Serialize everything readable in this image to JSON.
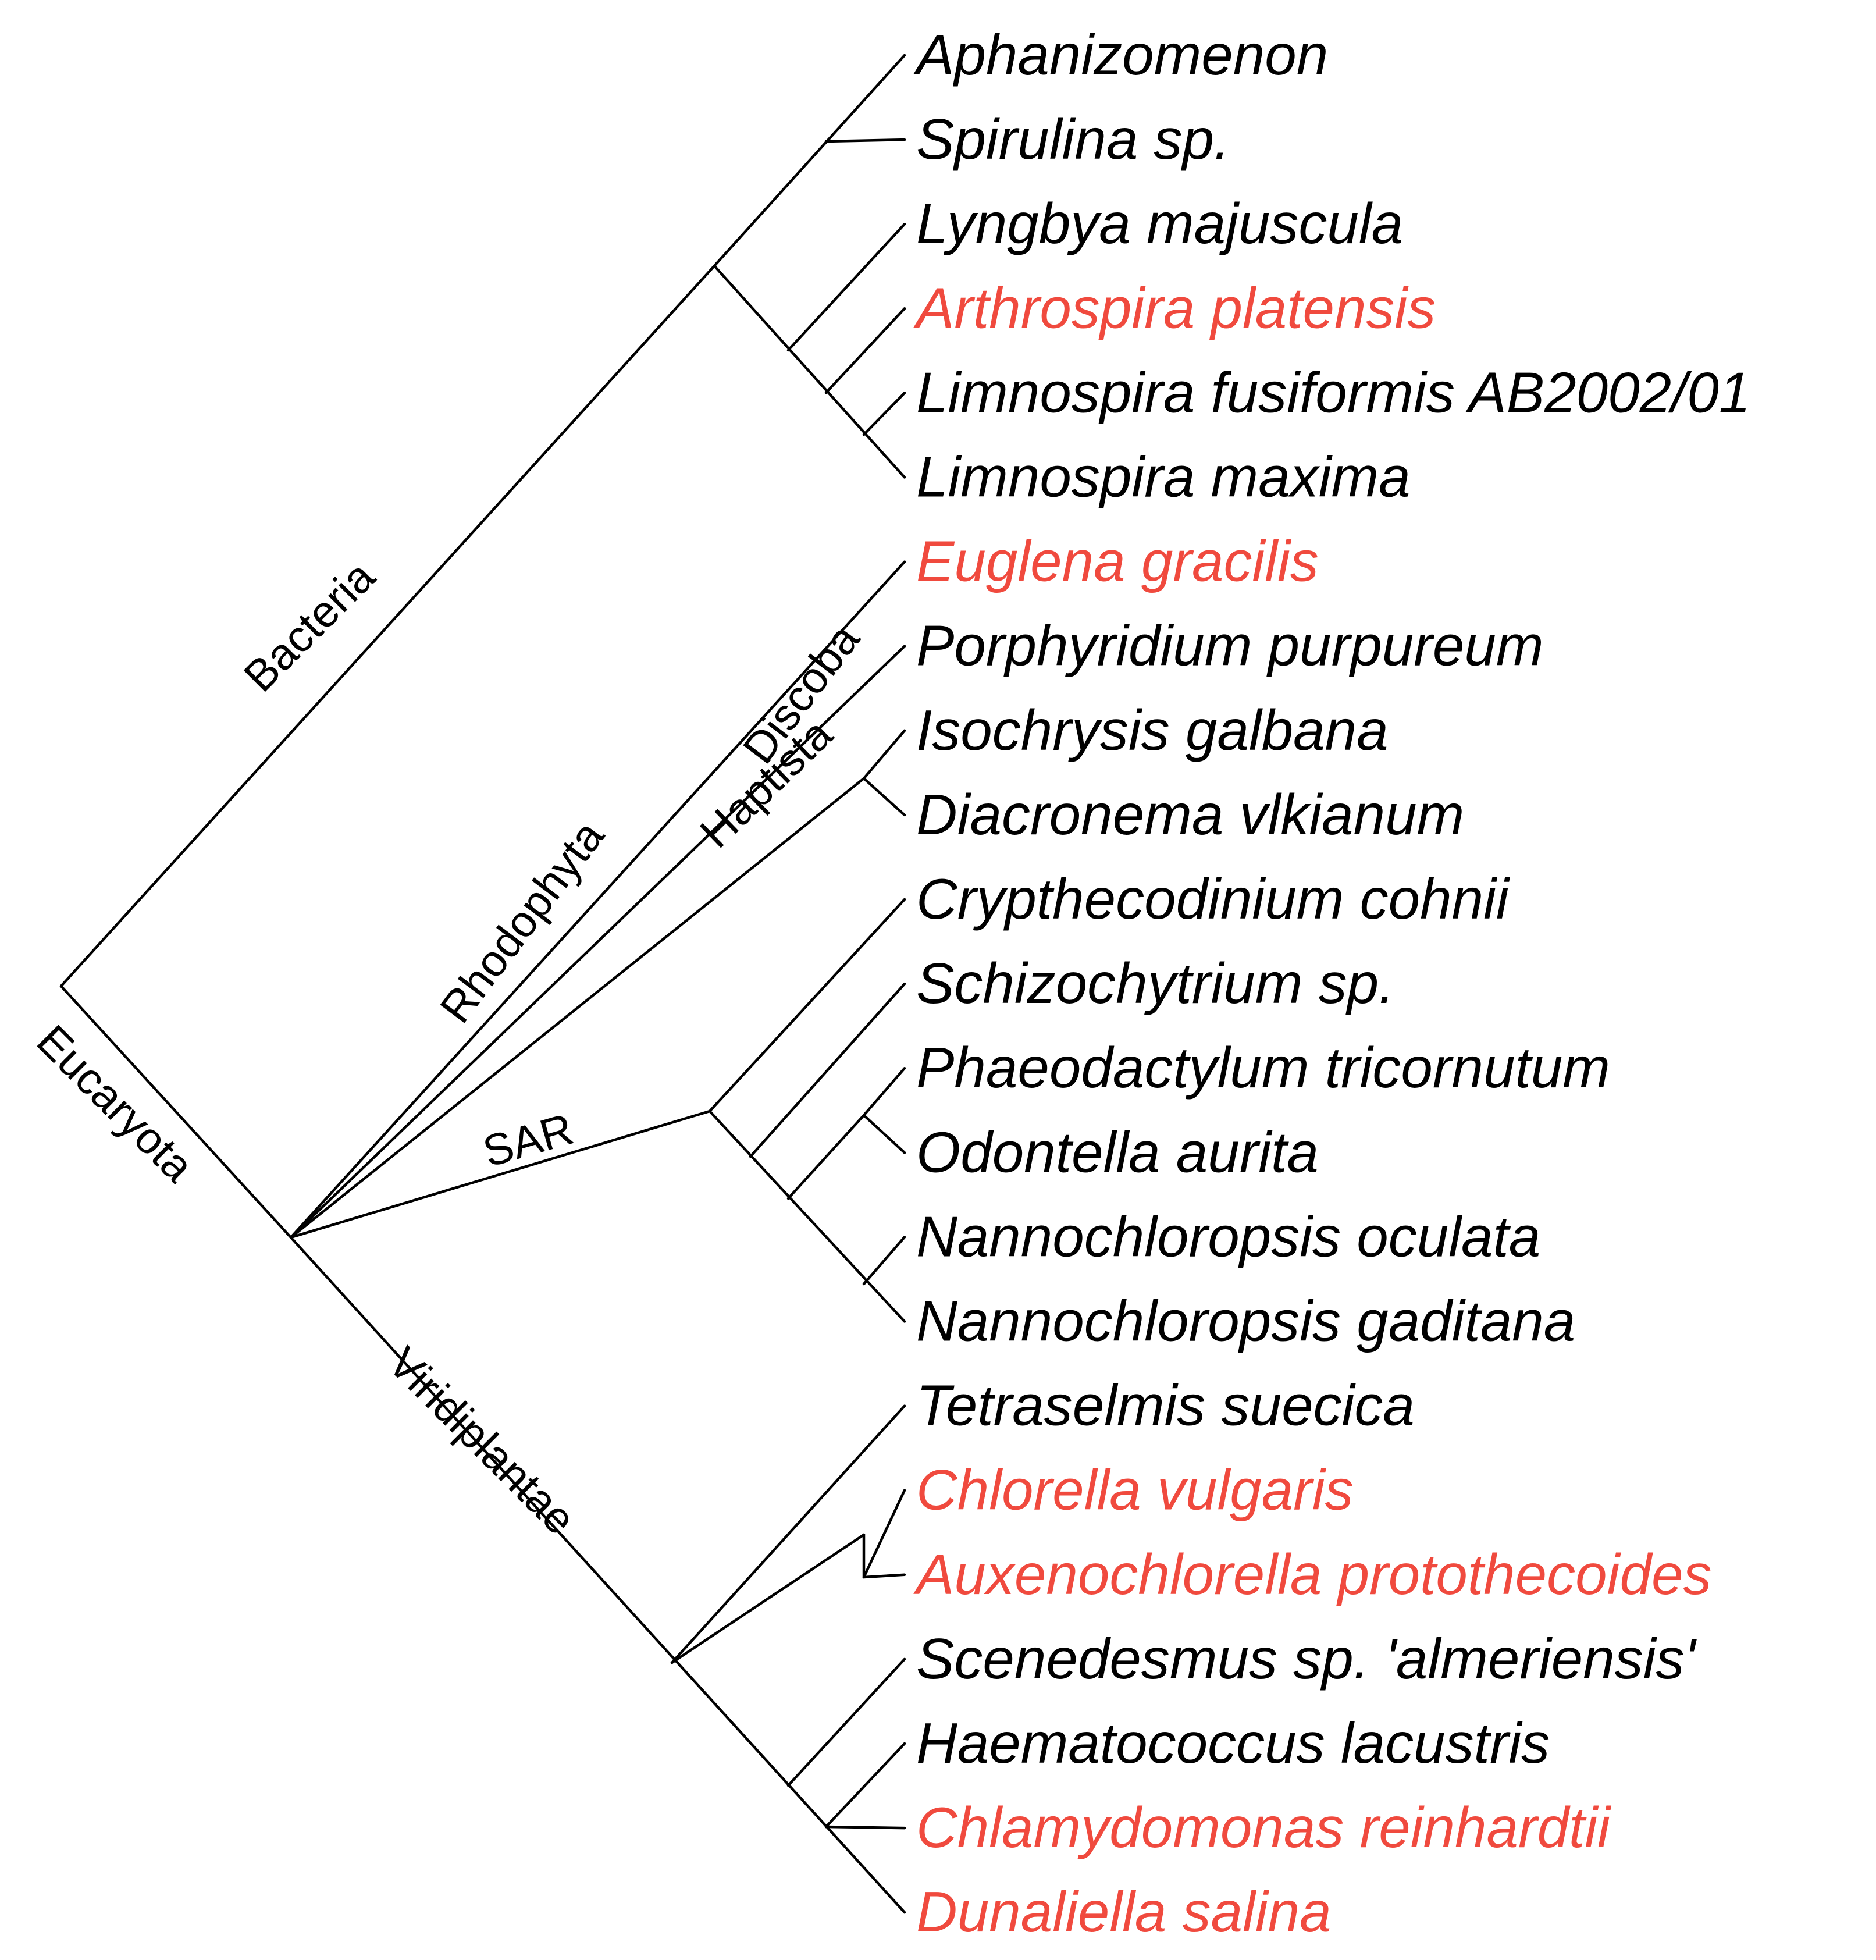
{
  "colors": {
    "default_text": "#000000",
    "highlight_text": "#f04a3e",
    "branch": "#000000"
  },
  "taxa": [
    {
      "name": "Aphanizomenon",
      "highlight": false
    },
    {
      "name": "Spirulina sp.",
      "highlight": false
    },
    {
      "name": "Lyngbya majuscula",
      "highlight": false
    },
    {
      "name": "Arthrospira platensis",
      "highlight": true
    },
    {
      "name": "Limnospira fusiformis AB2002/01",
      "highlight": false
    },
    {
      "name": "Limnospira maxima",
      "highlight": false
    },
    {
      "name": "Euglena gracilis",
      "highlight": true
    },
    {
      "name": "Porphyridium purpureum",
      "highlight": false
    },
    {
      "name": "Isochrysis galbana",
      "highlight": false
    },
    {
      "name": "Diacronema vlkianum",
      "highlight": false
    },
    {
      "name": "Crypthecodinium cohnii",
      "highlight": false
    },
    {
      "name": "Schizochytrium sp.",
      "highlight": false
    },
    {
      "name": "Phaeodactylum tricornutum",
      "highlight": false
    },
    {
      "name": "Odontella aurita",
      "highlight": false
    },
    {
      "name": "Nannochloropsis oculata",
      "highlight": false
    },
    {
      "name": "Nannochloropsis gaditana",
      "highlight": false
    },
    {
      "name": "Tetraselmis suecica",
      "highlight": false
    },
    {
      "name": "Chlorella vulgaris",
      "highlight": true
    },
    {
      "name": "Auxenochlorella protothecoides",
      "highlight": true
    },
    {
      "name": "Scenedesmus sp. 'almeriensis'",
      "highlight": false
    },
    {
      "name": "Haematococcus lacustris",
      "highlight": false
    },
    {
      "name": "Chlamydomonas reinhardtii",
      "highlight": true
    },
    {
      "name": "Dunaliella salina",
      "highlight": true
    }
  ],
  "clades": {
    "bacteria": "Bacteria",
    "eucaryota": "Eucaryota",
    "rhodophyta": "Rhodophyta",
    "discoba": "Discoba",
    "haptista": "Haptista",
    "sar": "SAR",
    "viridiplantae": "Viridiplantae"
  }
}
